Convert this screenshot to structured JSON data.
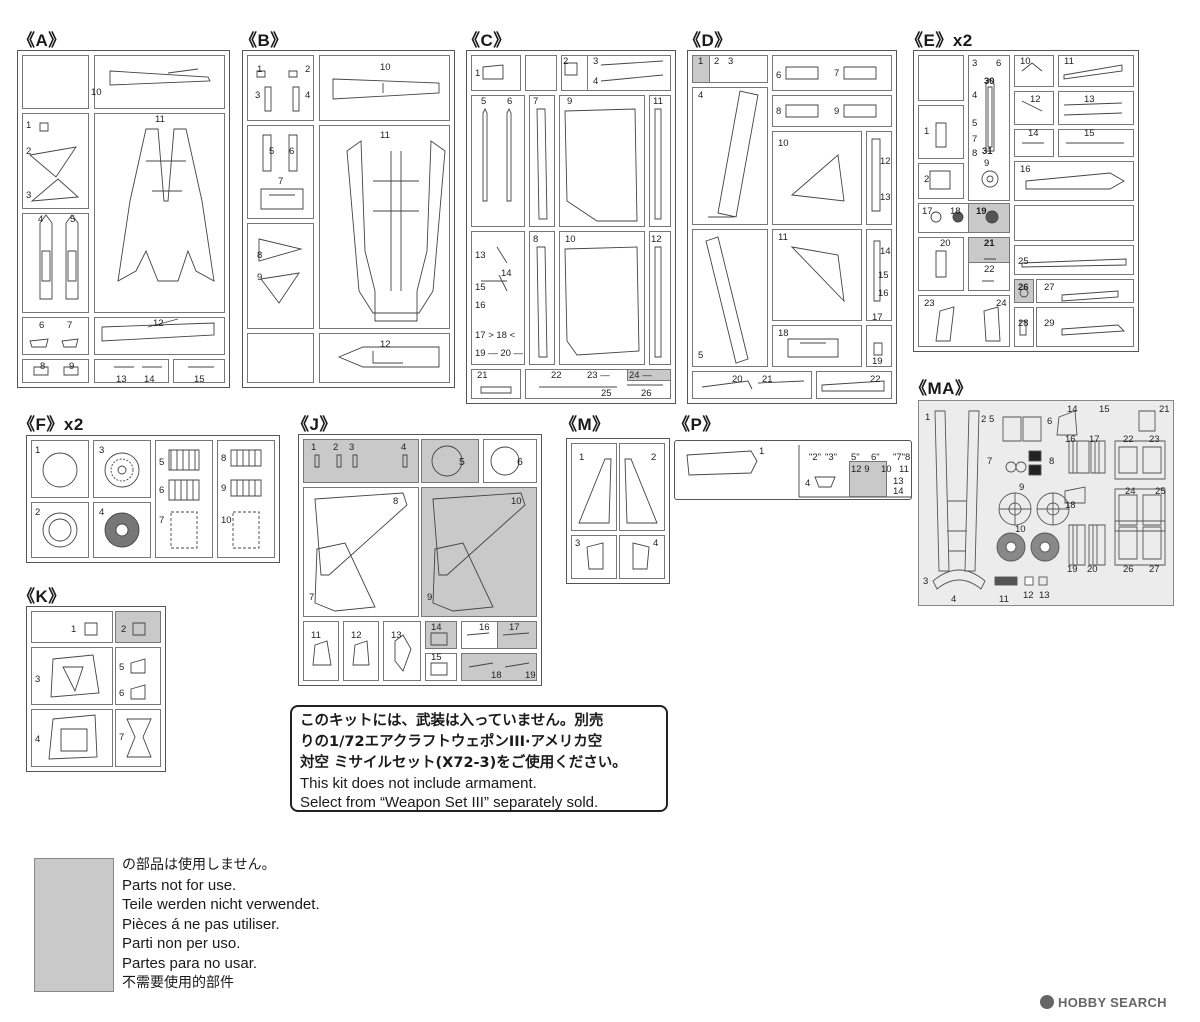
{
  "sprues": {
    "A": {
      "label": "《A》"
    },
    "B": {
      "label": "《B》"
    },
    "C": {
      "label": "《C》"
    },
    "D": {
      "label": "《D》"
    },
    "E": {
      "label": "《E》x2"
    },
    "F": {
      "label": "《F》x2"
    },
    "J": {
      "label": "《J》"
    },
    "M": {
      "label": "《M》"
    },
    "P": {
      "label": "《P》"
    },
    "MA": {
      "label": "《MA》"
    },
    "K": {
      "label": "《K》"
    }
  },
  "notice": {
    "jp_line1": "このキットには、武装は入っていません。別売",
    "jp_line2": "りの1/72エアクラフトウェポンIII·アメリカ空",
    "jp_line3": "対空 ミサイルセット(X72-3)をご使用ください。",
    "en_line1": "This kit does not include armament.",
    "en_line2": "Select from “Weapon Set III” separately sold."
  },
  "legend": {
    "jp": "の部品は使用しません。",
    "en": "Parts not for use.",
    "de": "Teile werden nicht verwendet.",
    "fr": "Pièces á ne pas utiliser.",
    "it": "Parti non per uso.",
    "es": "Partes para no usar.",
    "zh": "不需要使用的部件"
  },
  "watermark": "HOBBY SEARCH"
}
